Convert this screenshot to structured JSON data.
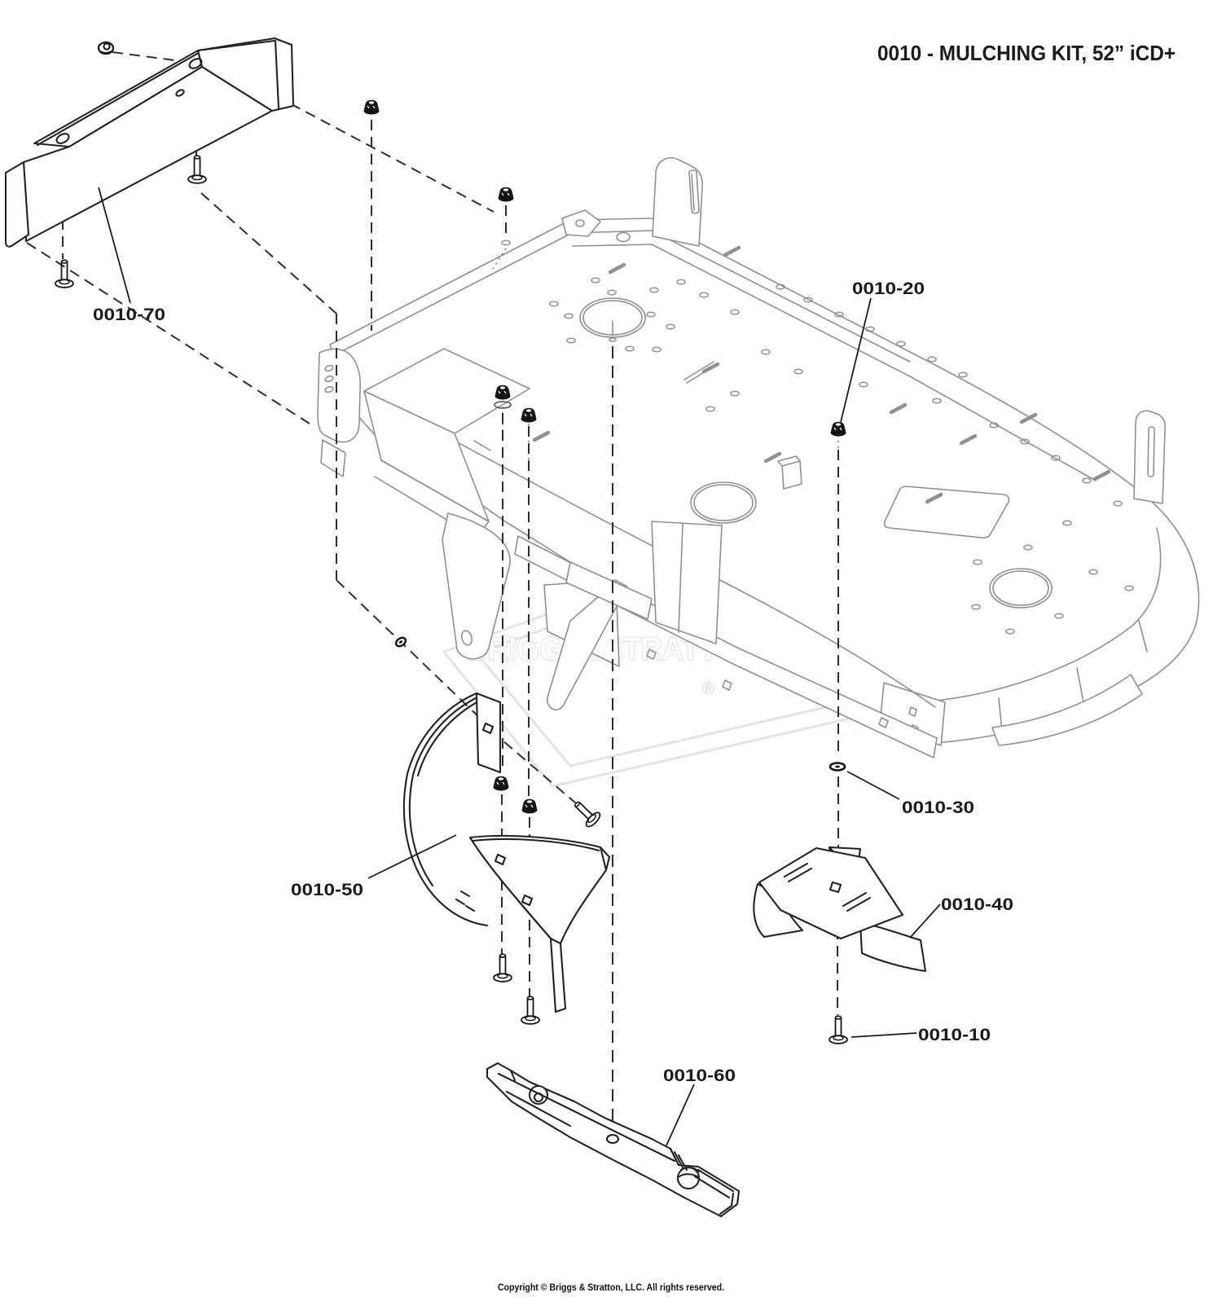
{
  "title": "0010 - MULCHING KIT, 52” iCD+",
  "watermark": {
    "brand": "BRIGGS&STRATTON",
    "registered": "®"
  },
  "callouts": [
    {
      "label": "0010-10"
    },
    {
      "label": "0010-20"
    },
    {
      "label": "0010-30"
    },
    {
      "label": "0010-40"
    },
    {
      "label": "0010-50"
    },
    {
      "label": "0010-60"
    },
    {
      "label": "0010-70"
    }
  ],
  "footer": {
    "copyright": "Copyright © Briggs & Stratton, LLC. All rights reserved."
  }
}
